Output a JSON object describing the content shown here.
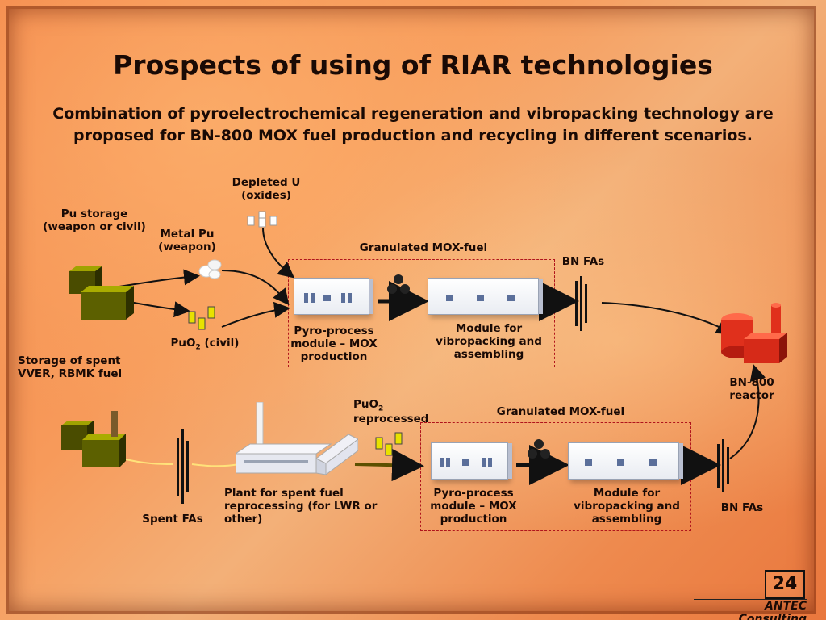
{
  "title": "Prospects of using of RIAR technologies",
  "subtitle": "Combination of pyroelectrochemical regeneration and vibropacking technology are proposed for  BN-800 MOX fuel production and recycling in different scenarios.",
  "labels": {
    "depleted_u_line1": "Depleted U",
    "depleted_u_line2": "(oxides)",
    "pu_storage_line1": "Pu storage",
    "pu_storage_line2": "(weapon or civil)",
    "metal_pu_line1": "Metal Pu",
    "metal_pu_line2": "(weapon)",
    "puo2_civil": "PuO",
    "puo2_civil_sub": "2",
    "puo2_civil_suffix": " (civil)",
    "storage_spent_line1": "Storage of spent",
    "storage_spent_line2": "VVER, RBMK fuel",
    "granulated_top": "Granulated MOX-fuel",
    "bn_fas_top": "BN FAs",
    "pyro_top_line1": "Pyro-process",
    "pyro_top_line2": "module – MOX",
    "pyro_top_line3": "production",
    "vibro_top_line1": "Module for",
    "vibro_top_line2": "vibropacking and",
    "vibro_top_line3": "assembling",
    "bn800_line1": "BN-800",
    "bn800_line2": "reactor",
    "puo2_reproc": "PuO",
    "puo2_reproc_sub": "2",
    "puo2_reproc_line2": "reprocessed",
    "granulated_bottom": "Granulated MOX-fuel",
    "spent_fas": "Spent FAs",
    "plant_line1": "Plant for spent fuel",
    "plant_line2": "reprocessing (for LWR or",
    "plant_line3": "other)",
    "pyro_bot_line1": "Pyro-process",
    "pyro_bot_line2": "module – MOX",
    "pyro_bot_line3": "production",
    "vibro_bot_line1": "Module for",
    "vibro_bot_line2": "vibropacking and",
    "vibro_bot_line3": "assembling",
    "bn_fas_bottom": "BN FAs"
  },
  "footer": {
    "page_number": "24",
    "company": "ANTEC Consulting"
  },
  "colors": {
    "dashed_border": "#b0141c",
    "reactor": "#e0301c",
    "storage_box": "#6b6e00",
    "arrow": "#111111"
  }
}
